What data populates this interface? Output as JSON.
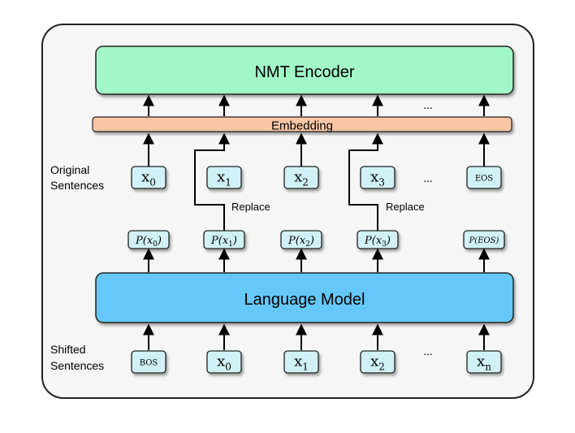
{
  "encoder": {
    "label": "NMT Encoder",
    "fill": "#a2f7c8"
  },
  "embedding": {
    "label": "Embedding",
    "fill": "#f8c6a6"
  },
  "language_model": {
    "label": "Language Model",
    "fill": "#66c8f9"
  },
  "token_fill": "#d1f1f6",
  "labels": {
    "original_line1": "Original",
    "original_line2": "Sentences",
    "shifted_line1": "Shifted",
    "shifted_line2": "Sentences",
    "replace_1": "Replace",
    "replace_2": "Replace"
  },
  "ellipsis": "...",
  "original_tokens": [
    {
      "base": "x",
      "sub": "0"
    },
    {
      "base": "x",
      "sub": "1"
    },
    {
      "base": "x",
      "sub": "2"
    },
    {
      "base": "x",
      "sub": "3"
    },
    {
      "base": "EOS",
      "sub": ""
    }
  ],
  "probabilities": [
    {
      "pre": "P(",
      "var": "x",
      "sub": "0",
      "post": ")"
    },
    {
      "pre": "P(",
      "var": "x",
      "sub": "1",
      "post": ")"
    },
    {
      "pre": "P(",
      "var": "x",
      "sub": "2",
      "post": ")"
    },
    {
      "pre": "P(",
      "var": "x",
      "sub": "3",
      "post": ")"
    },
    {
      "pre": "P(",
      "var": "EOS",
      "sub": "",
      "post": ")"
    }
  ],
  "shifted_tokens": [
    {
      "base": "BOS",
      "sub": ""
    },
    {
      "base": "x",
      "sub": "0"
    },
    {
      "base": "x",
      "sub": "1"
    },
    {
      "base": "x",
      "sub": "2"
    },
    {
      "base": "x",
      "sub": "n"
    }
  ]
}
